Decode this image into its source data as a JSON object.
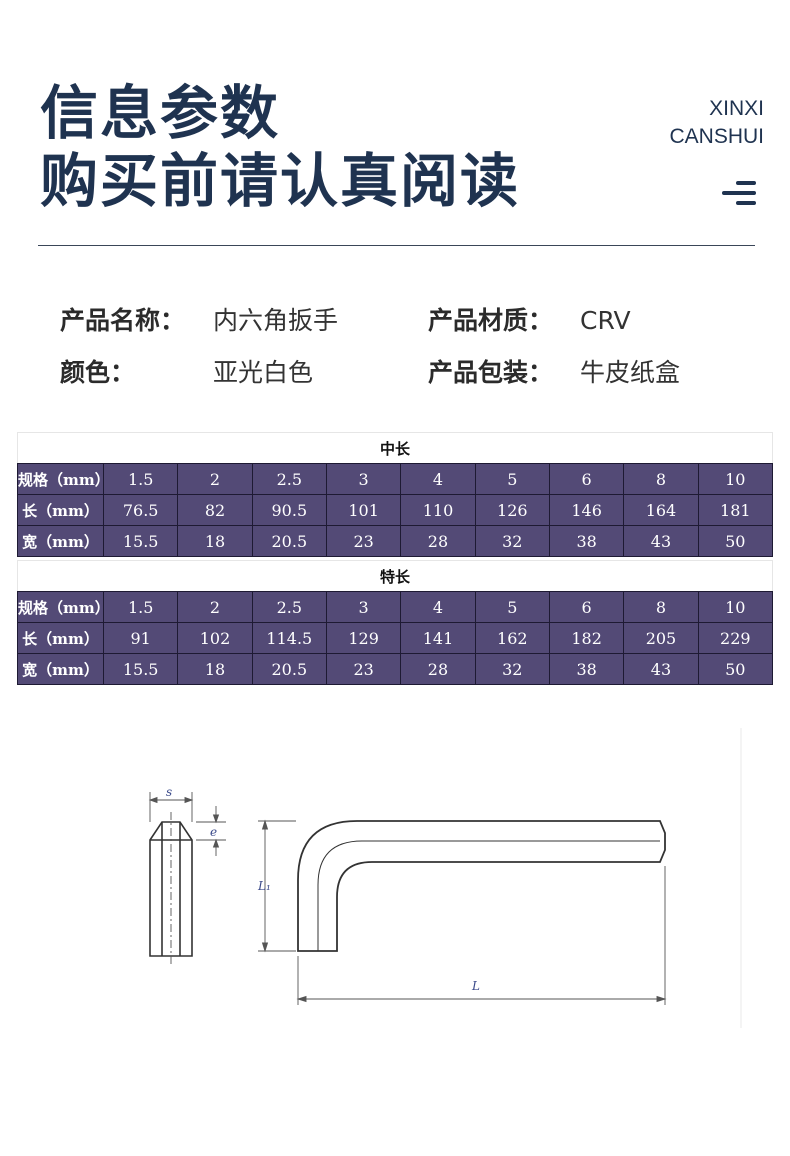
{
  "header": {
    "title_line1": "信息参数",
    "title_line2": "购买前请认真阅读",
    "en_line1": "XINXI",
    "en_line2": "CANSHUI"
  },
  "info": {
    "name_label": "产品名称：",
    "name_value": "内六角扳手",
    "material_label": "产品材质：",
    "material_value": "CRV",
    "color_label": "颜色：",
    "color_value": "亚光白色",
    "package_label": "产品包装：",
    "package_value": "牛皮纸盒"
  },
  "tables": [
    {
      "title": "中长",
      "rows": [
        {
          "label": "规格（mm）",
          "values": [
            "1.5",
            "2",
            "2.5",
            "3",
            "4",
            "5",
            "6",
            "8",
            "10"
          ]
        },
        {
          "label": "长（mm）",
          "values": [
            "76.5",
            "82",
            "90.5",
            "101",
            "110",
            "126",
            "146",
            "164",
            "181"
          ]
        },
        {
          "label": "宽（mm）",
          "values": [
            "15.5",
            "18",
            "20.5",
            "23",
            "28",
            "32",
            "38",
            "43",
            "50"
          ]
        }
      ]
    },
    {
      "title": "特长",
      "rows": [
        {
          "label": "规格（mm）",
          "values": [
            "1.5",
            "2",
            "2.5",
            "3",
            "4",
            "5",
            "6",
            "8",
            "10"
          ]
        },
        {
          "label": "长（mm）",
          "values": [
            "91",
            "102",
            "114.5",
            "129",
            "141",
            "162",
            "182",
            "205",
            "229"
          ]
        },
        {
          "label": "宽（mm）",
          "values": [
            "15.5",
            "18",
            "20.5",
            "23",
            "28",
            "32",
            "38",
            "43",
            "50"
          ]
        }
      ]
    }
  ],
  "diagram": {
    "label_s": "s",
    "label_e": "e",
    "label_L1": "L₁",
    "label_L": "L"
  },
  "colors": {
    "title": "#1f3350",
    "table_cell": "#534a76",
    "table_border": "#1e1a33"
  }
}
